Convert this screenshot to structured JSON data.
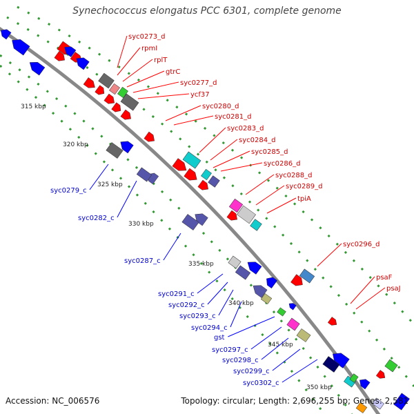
{
  "title": "Synechococcus elongatus PCC 6301, complete genome",
  "accession_text": "Accession: NC_006576",
  "summary_text": "Topology: circular; Length: 2,696,255 bp; Genes: 2,581",
  "colors": {
    "background": "#ffffff",
    "backbone": "#999999",
    "tick": "#339933",
    "label_red": "#cc0000",
    "label_blue": "#0000cc",
    "leader_red": "#ff0000",
    "leader_blue": "#0000ff",
    "kbp_text": "#222222"
  },
  "kbp_labels": [
    "315 kbp",
    "320 kbp",
    "325 kbp",
    "330 kbp",
    "335 kbp",
    "340 kbp",
    "345 kbp",
    "350 kbp"
  ],
  "forward_labels": [
    "syc0273_d",
    "rpmI",
    "rplT",
    "gtrC",
    "syc0277_d",
    "ycf37",
    "syc0280_d",
    "syc0281_d",
    "syc0283_d",
    "syc0284_d",
    "syc0285_d",
    "syc0286_d",
    "syc0288_d",
    "syc0289_d",
    "tpiA",
    "syc0296_d",
    "psaF",
    "psaJ"
  ],
  "reverse_labels": [
    "syc0279_c",
    "syc0282_c",
    "syc0287_c",
    "syc0291_c",
    "syc0292_c",
    "syc0293_c",
    "syc0294_c",
    "gst",
    "syc0297_c",
    "syc0298_c",
    "syc0299_c",
    "syc0302_c"
  ]
}
